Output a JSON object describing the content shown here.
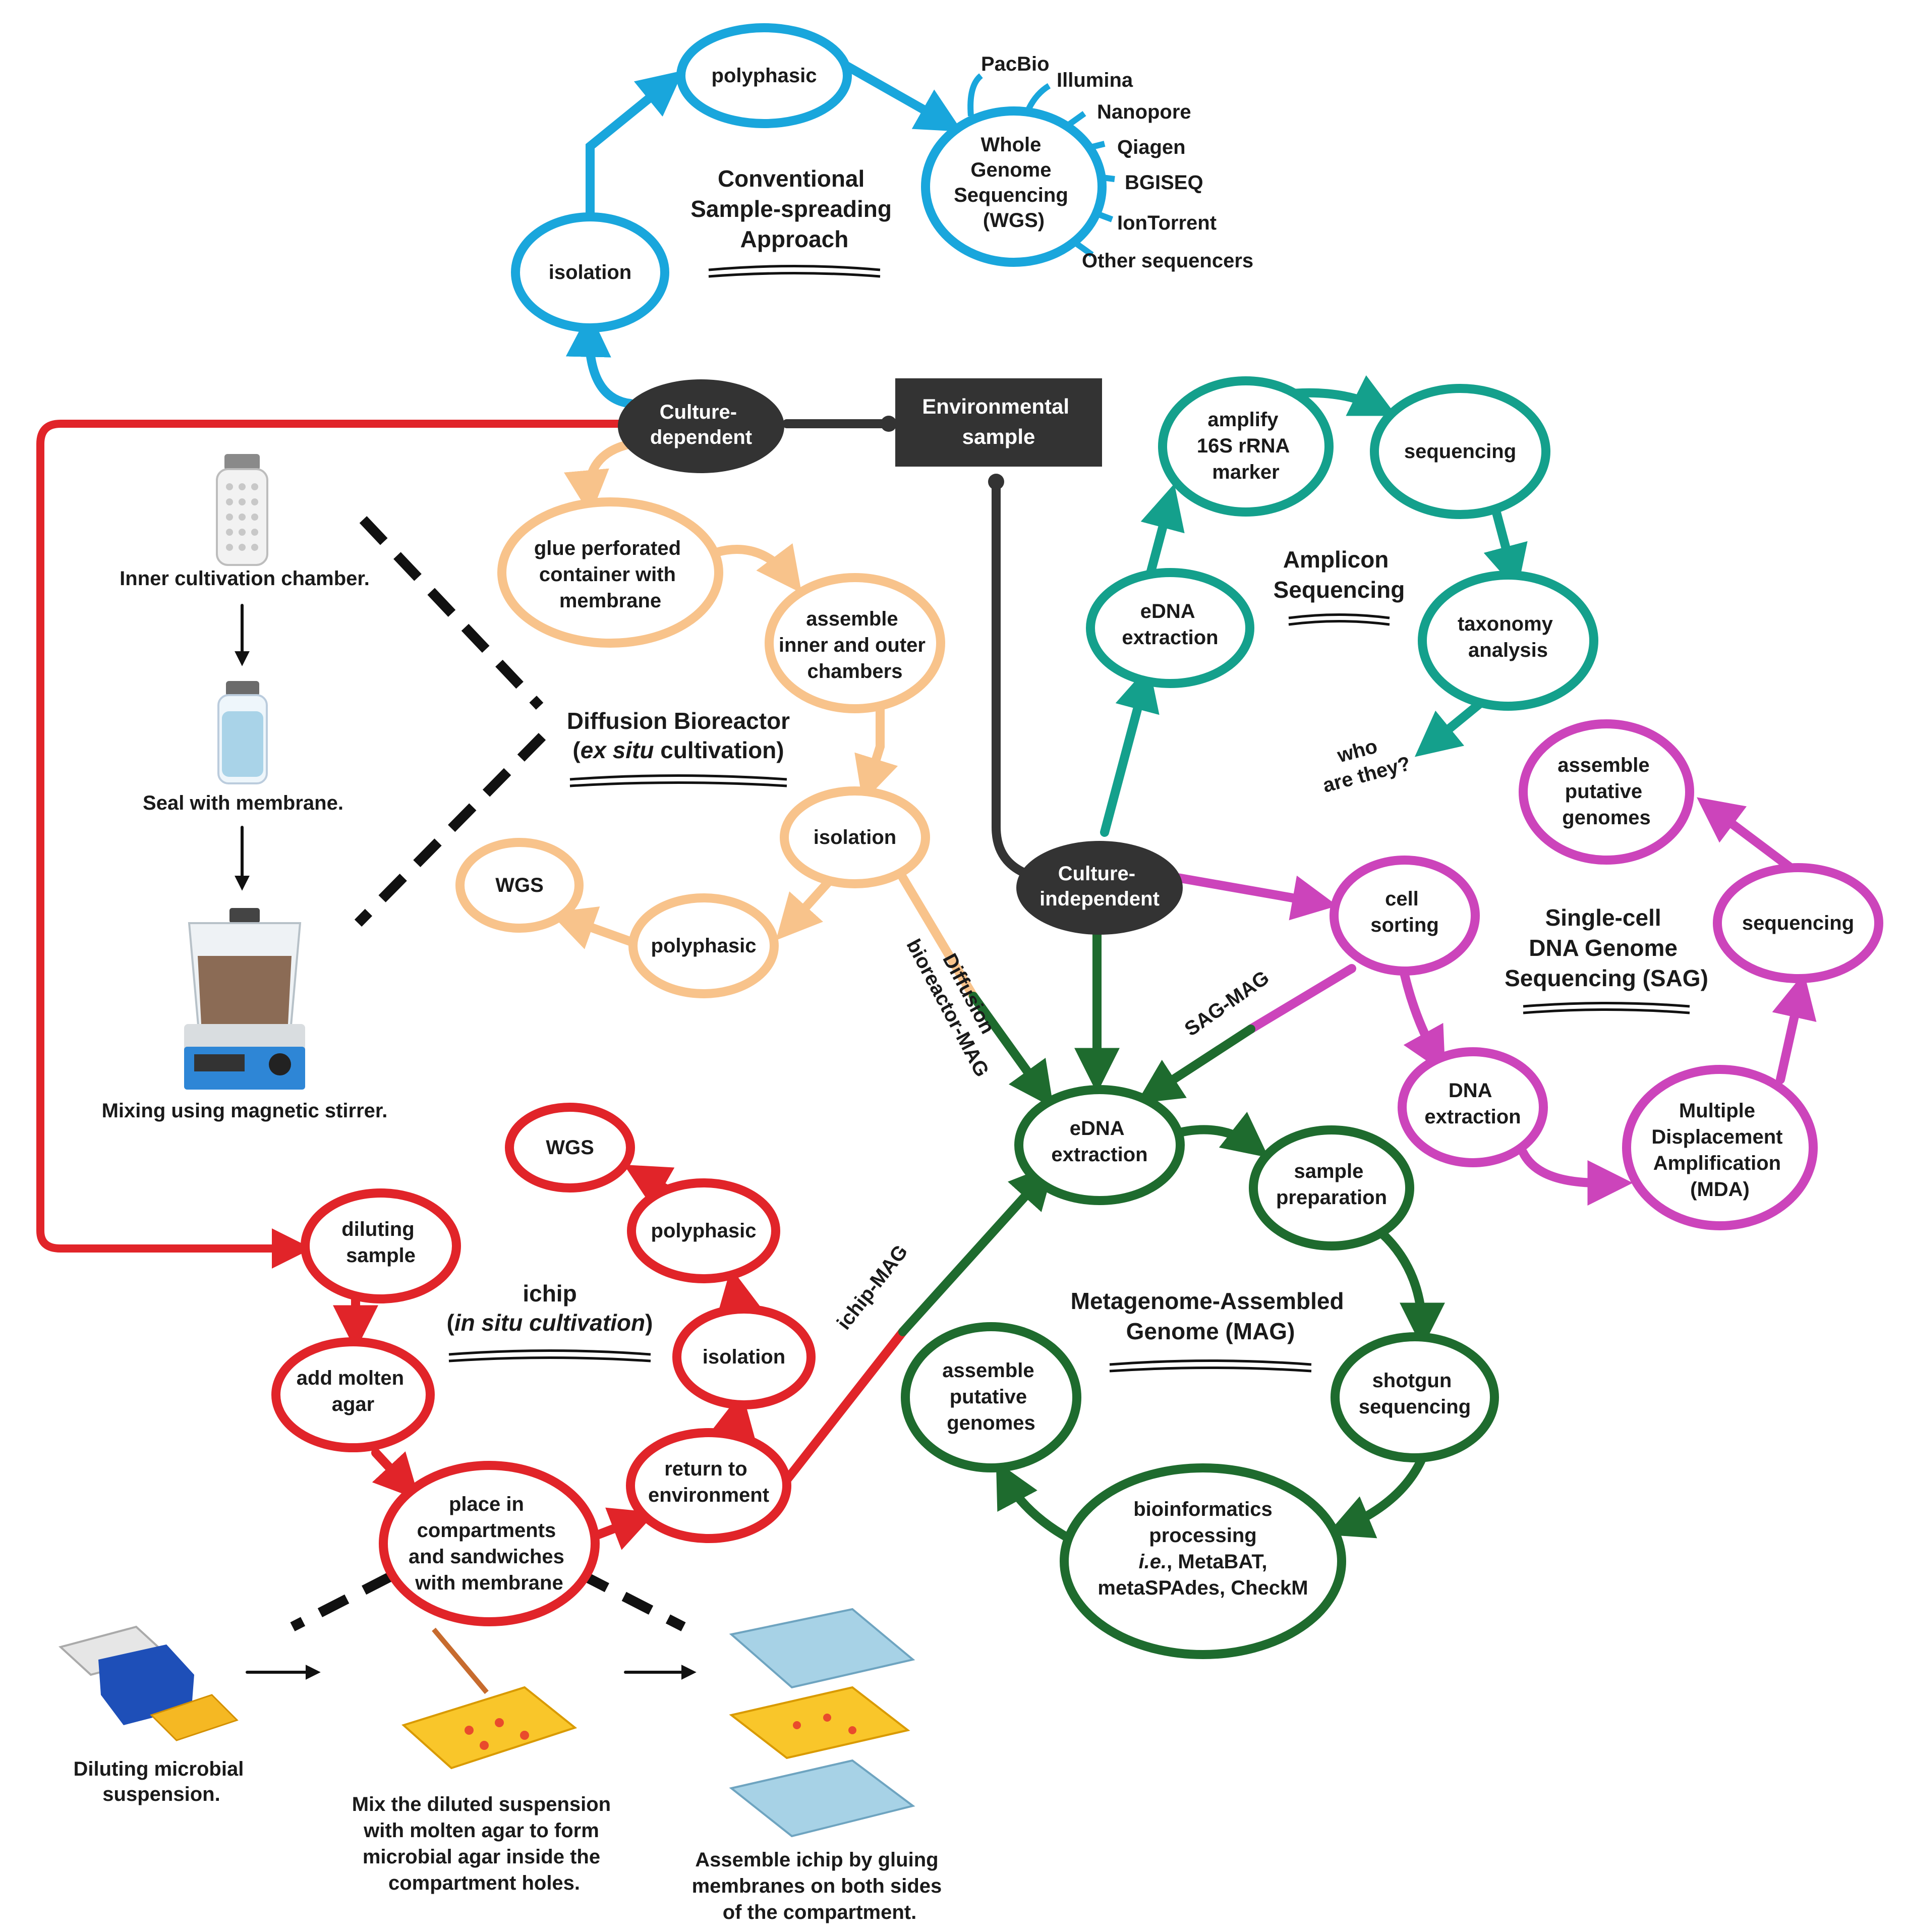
{
  "colors": {
    "conventional": "#19A6DC",
    "diffusion": "#F8C38B",
    "ichip": "#E12429",
    "amplicon": "#14A08C",
    "sag": "#CC44BB",
    "mag": "#1E6B2E",
    "hub": "#333333"
  },
  "hub": {
    "environmental_sample": [
      "Environmental",
      "sample"
    ],
    "culture_dependent": [
      "Culture-",
      "dependent"
    ],
    "culture_independent": [
      "Culture-",
      "independent"
    ]
  },
  "conventional": {
    "title": [
      "Conventional",
      "Sample-spreading",
      "Approach"
    ],
    "isolation": "isolation",
    "polyphasic": "polyphasic",
    "wgs": [
      "Whole",
      "Genome",
      "Sequencing",
      "(WGS)"
    ],
    "sequencers": [
      "PacBio",
      "Illumina",
      "Nanopore",
      "Qiagen",
      "BGISEQ",
      "IonTorrent",
      "Other sequencers"
    ]
  },
  "diffusion": {
    "title_line1": "Diffusion Bioreactor",
    "title_line2_open": "(",
    "title_line2_italic": "ex situ",
    "title_line2_rest": " cultivation)",
    "glue": [
      "glue perforated",
      "container with",
      "membrane"
    ],
    "assemble": [
      "assemble",
      "inner and outer",
      "chambers"
    ],
    "isolation": "isolation",
    "polyphasic": "polyphasic",
    "wgs": "WGS",
    "steps": [
      "Inner cultivation chamber.",
      "Seal with membrane.",
      "Mixing using magnetic stirrer."
    ],
    "link_label": [
      "Diffusion",
      "bioreactor-MAG"
    ]
  },
  "ichip": {
    "title_line1": "ichip",
    "title_line2_open": "(",
    "title_line2_italic": "in situ cultivation",
    "title_line2_close": ")",
    "diluting": [
      "diluting",
      "sample"
    ],
    "add_agar": [
      "add molten",
      "agar"
    ],
    "place": [
      "place in",
      "compartments",
      "and sandwiches",
      "with membrane"
    ],
    "return": [
      "return to",
      "environment"
    ],
    "isolation": "isolation",
    "polyphasic": "polyphasic",
    "wgs": "WGS",
    "link_label": "ichip-MAG",
    "steps": [
      [
        "Diluting microbial",
        "suspension."
      ],
      [
        "Mix the diluted suspension",
        "with molten agar to form",
        "microbial agar inside the",
        "compartment holes."
      ],
      [
        "Assemble ichip by gluing",
        "membranes on both sides",
        "of the compartment."
      ]
    ]
  },
  "amplicon": {
    "title": [
      "Amplicon",
      "Sequencing"
    ],
    "edna": [
      "eDNA",
      "extraction"
    ],
    "amplify": [
      "amplify",
      "16S rRNA",
      "marker"
    ],
    "sequencing": "sequencing",
    "taxonomy": [
      "taxonomy",
      "analysis"
    ],
    "who": [
      "who",
      "are they?"
    ]
  },
  "sag": {
    "title": [
      "Single-cell",
      "DNA Genome",
      "Sequencing (SAG)"
    ],
    "cell_sorting": [
      "cell",
      "sorting"
    ],
    "dna_extraction": [
      "DNA",
      "extraction"
    ],
    "mda": [
      "Multiple",
      "Displacement",
      "Amplification",
      "(MDA)"
    ],
    "sequencing": "sequencing",
    "assemble": [
      "assemble",
      "putative",
      "genomes"
    ],
    "link_label": "SAG-MAG"
  },
  "mag": {
    "title": [
      "Metagenome-Assembled",
      "Genome (MAG)"
    ],
    "edna": [
      "eDNA",
      "extraction"
    ],
    "sample_prep": [
      "sample",
      "preparation"
    ],
    "shotgun": [
      "shotgun",
      "sequencing"
    ],
    "bioinf_line1": "bioinformatics",
    "bioinf_line2": "processing",
    "bioinf_ie": "i.e.",
    "bioinf_line3_rest": ", MetaBAT,",
    "bioinf_line4": "metaSPAdes, CheckM",
    "assemble": [
      "assemble",
      "putative",
      "genomes"
    ]
  }
}
